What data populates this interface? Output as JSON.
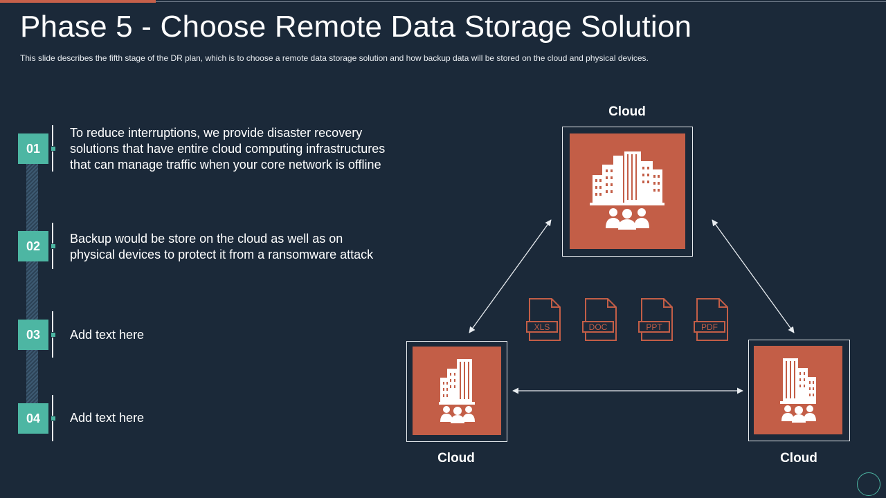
{
  "slide": {
    "title": "Phase 5 - Choose Remote Data Storage Solution",
    "subtitle": "This slide describes the fifth stage of the DR plan, which is to choose a remote data storage solution and how backup data will be stored on the cloud and physical devices."
  },
  "steps": [
    {
      "number": "01",
      "lines": [
        "To reduce interruptions, we provide disaster recovery",
        "solutions that have entire cloud computing infrastructures",
        "that can manage traffic when your core network is offline"
      ]
    },
    {
      "number": "02",
      "lines": [
        "Backup would be store on the cloud as well as on",
        "physical devices to protect it from a ransomware attack"
      ]
    },
    {
      "number": "03",
      "lines": [
        "Add text here"
      ]
    },
    {
      "number": "04",
      "lines": [
        "Add text here"
      ]
    }
  ],
  "diagram": {
    "nodes": [
      {
        "label": "Cloud",
        "icon": "city-people-icon"
      },
      {
        "label": "Cloud",
        "icon": "building-people-icon"
      },
      {
        "label": "Cloud",
        "icon": "building-people-icon"
      }
    ],
    "files": [
      {
        "label": "XLS",
        "icon": "file-icon"
      },
      {
        "label": "DOC",
        "icon": "file-icon"
      },
      {
        "label": "PPT",
        "icon": "file-icon"
      },
      {
        "label": "PDF",
        "icon": "file-icon"
      }
    ]
  },
  "colors": {
    "background": "#1b2939",
    "accent": "#c35e47",
    "teal": "#4db6a3"
  }
}
